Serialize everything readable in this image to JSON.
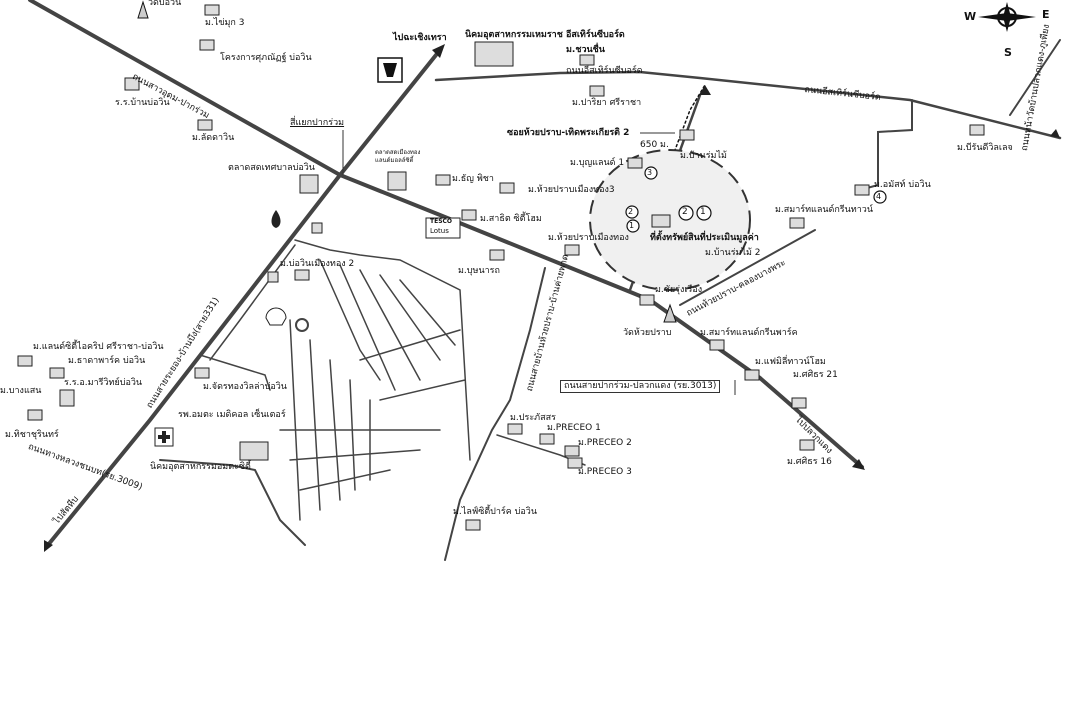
{
  "compass": {
    "w": "W",
    "e": "E",
    "s": "S"
  },
  "labels": {
    "wat_bowin": "วัดบ่อวิน",
    "m_chaimuk3": "ม.ไข่มุก 3",
    "khrongkan_bowin": "โครงการศุภณัฏฐ์ บ่อวิน",
    "rr_banbowin": "ร.ร.บ้านบ่อวิน",
    "m_sitdawin": "ม.ลัดดาวิน",
    "road_sukhumvit_pakruam": "ถนนสาวอุดม-ปากร่วม",
    "to_chachoengsao": "ไปฉะเชิงเทรา",
    "industrial_hemaraj": "นิคมอุตสาหกรรมเหมราช อีสเทิร์นซีบอร์ด",
    "m_chuanchuen": "ม.ชวนชื่น",
    "road_eastern_seaboard_1": "ถนนอีสเทิร์นซีบอร์ด",
    "road_eastern_seaboard_2": "ถนนอีสเทิร์นซีบอร์ด",
    "m_pariya": "ม.ปาริยา ศรีราชา",
    "road_right_vertical": "ถนนหน้าวัดบ้านปลวกแดง-ภูเพียง",
    "m_pirun": "ม.บีรันดีวิลเลจ",
    "intersection_pakruam": "สี่แยกปากร่วม",
    "soi_huaipraban": "ซอยห้วยปราบ-เทิดพระเกียรติ 2",
    "dist_650": "650 ม.",
    "m_banrommai": "ม.บ้านร่มไม้",
    "talat_bowin_label": "ตลาดสดเทศบาลบ่อวิน",
    "talat_muangthong": "ตลาดสดเมืองทอง แลนด์มอลล์ซิตี้",
    "m_thanya": "ม.ธัญ พิชา",
    "m_boonlaen": "ม.บุญแลนด์ 1",
    "m_huaipraban3": "ม.ห้วยปราบเมืองทอง3",
    "m_sathit": "ม.สาธิต ซิตี้โฮม",
    "tesco": "TESCO",
    "lotus": "Lotus",
    "m_huaipraban": "ม.ห้วยปราบเมืองทอง",
    "property_label": "ที่ตั้งทรัพย์สินที่ประเมินมูลค่า",
    "m_banrommai2": "ม.บ้านร่มไม้ 2",
    "m_smartland": "ม.สมาร์ทแลนด์กรีนทาวน์",
    "m_ausamsak": "ม.อมัสท์ บ่อวิน",
    "m_bowin_muangthong2": "ม.บ่อวินเมืองทอง 2",
    "m_bushnarat": "ม.บุษนารถ",
    "m_chaiyarungrueang": "ม.ชัยรุ่งเรือง",
    "road_khlong_huaipraban": "ถนนห้วยปราบ-คลองบางพระ",
    "m_landcity": "ม.แลนด์ซิตี้ไอคริป ศรีราชา-บ่อวิน",
    "m_thadapark": "ม.ธาดาพาร์ค บ่อวิน",
    "school_sirichai": "ร.ร.อ.มารีวิทย์บ่อวิน",
    "m_bangsaen": "ม.บางแสน",
    "m_jartong": "ม.จัดรทองวิลล่าบ่อวิน",
    "road_sukhumvit_main": "ถนนสายระยอง-บ้านบึง(สาย331)",
    "road_pakruam_cutoff": "ถนนสายบ้านห้วยปราบ-บ้านค่ายพาด",
    "wat_huaipraban": "วัดห้วยปราบ",
    "m_smartland_park": "ม.สมาร์ทแลนด์กรีนพาร์ค",
    "m_family_home": "ม.แฟมิลี่ทาวน์โฮม",
    "m_siri21": "ม.ศศิธร 21",
    "road_3013": "ถนนสายปากร่วม-ปลวกแดง (รย.3013)",
    "hospital": "รพ.อมตะ เมดิคอล เซ็นเตอร์",
    "m_kharin": "ม.ทิชาชุรินทร์",
    "road_3009": "ถนนทางหลวงชนบท(รย.3009)",
    "m_prakasit": "ม.ประภัสสร",
    "m_preceo1": "ม.PRECEO 1",
    "m_preceo2": "ม.PRECEO 2",
    "m_preceo3": "ม.PRECEO 3",
    "to_plueakdaeng": "ไปปลวกแดง",
    "m_siri16": "ม.ศศิธร 16",
    "industrial_amata": "นิคมอุตสาหกรรมอมตะซิตี้",
    "m_lifecity": "ม.ไลฟ์ซิตี้ปาร์ค บ่อวิน",
    "to_sattahip": "ไปสัตหีบ",
    "marker_1": "1",
    "marker_2": "2",
    "marker_3": "3",
    "marker_4": "4"
  }
}
